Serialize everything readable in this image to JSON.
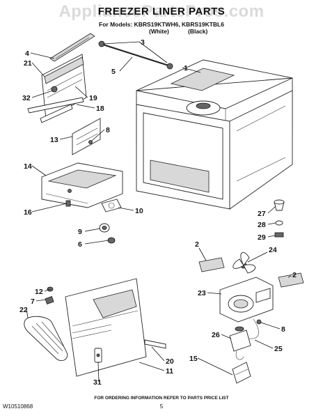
{
  "header": {
    "watermark": "AppliancePartsPros.com",
    "title": "FREEZER LINER PARTS",
    "models": "For Models: KBRS19KTWH6, KBRS19KTBL6",
    "variant_white": "(White)",
    "variant_black": "(Black)"
  },
  "callouts": {
    "c1": "1",
    "c2a": "2",
    "c2b": "2",
    "c3": "3",
    "c4": "4",
    "c5": "5",
    "c6": "6",
    "c7": "7",
    "c8a": "8",
    "c8b": "8",
    "c9": "9",
    "c10": "10",
    "c11": "11",
    "c12": "12",
    "c13": "13",
    "c14": "14",
    "c15": "15",
    "c16": "16",
    "c18": "18",
    "c19": "19",
    "c20": "20",
    "c21": "21",
    "c22": "22",
    "c23": "23",
    "c24": "24",
    "c25": "25",
    "c26": "26",
    "c27": "27",
    "c28": "28",
    "c29": "29",
    "c31": "31",
    "c32": "32"
  },
  "footer": {
    "note": "FOR ORDERING INFORMATION REFER TO PARTS PRICE LIST",
    "doc_number": "W10510868",
    "page_number": "5"
  }
}
